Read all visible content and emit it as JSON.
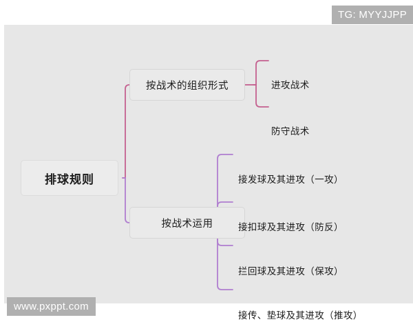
{
  "watermarks": {
    "top_right": "TG: MYYJJPP",
    "bottom_left": "www.pxppt.com"
  },
  "mindmap": {
    "root": {
      "label": "排球规则"
    },
    "branches": [
      {
        "label": "按战术的组织形式",
        "color": "#c4608f",
        "children": [
          {
            "label": "进攻战术"
          },
          {
            "label": "防守战术"
          }
        ]
      },
      {
        "label": "按战术运用",
        "color": "#b07ed0",
        "children": [
          {
            "label": "接发球及其进攻（一攻）"
          },
          {
            "label": "接扣球及其进攻（防反）"
          },
          {
            "label": "拦回球及其进攻（保攻）"
          },
          {
            "label": "接传、垫球及其进攻（推攻）"
          }
        ]
      }
    ]
  },
  "colors": {
    "canvas_background": "#e7e7e7",
    "page_background": "#ffffff",
    "trunk_pink": "#c4608f",
    "trunk_purple": "#b07ed0",
    "text": "#1c1c1c",
    "watermark_background": "#b0b0b0"
  }
}
